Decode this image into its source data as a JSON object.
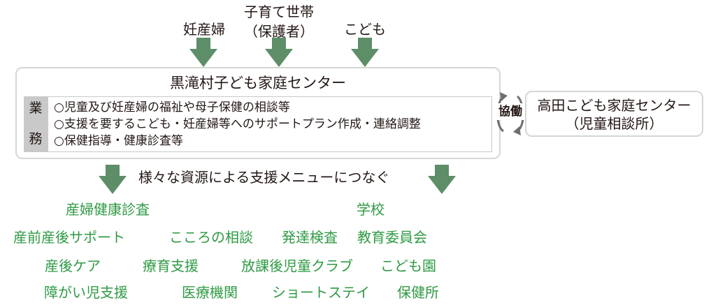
{
  "top_labels": {
    "pregnant": "妊産婦",
    "households_line1": "子育て世帯",
    "households_line2": "（保護者）",
    "children": "こども"
  },
  "center_box": {
    "title": "黒滝村子ども家庭センター",
    "duties_label_chars": [
      "業",
      "務"
    ],
    "duties": [
      "○児童及び妊産婦の福祉や母子保健の相談等",
      "○支援を要するこども・妊産婦等へのサポートプラン作成・連絡調整",
      "○保健指導・健康診査等"
    ]
  },
  "collaboration_label": "協働",
  "right_box": {
    "line1": "高田こども家庭センター",
    "line2": "（児童相談所）"
  },
  "connect_label": "様々な資源による支援メニューにつなぐ",
  "services": {
    "prenatal_checkup": "産婦健康診査",
    "school": "学校",
    "pre_post_support": "産前産後サポート",
    "mental_consult": "こころの相談",
    "development_test": "発達検査",
    "education_board": "教育委員会",
    "postnatal_care": "産後ケア",
    "therapy_support": "療育支援",
    "after_school_club": "放課後児童クラブ",
    "kindergarten": "こども園",
    "disability_support": "障がい児支援",
    "medical_institutions": "医療機関",
    "short_stay": "ショートステイ",
    "health_center": "保健所"
  },
  "colors": {
    "arrow": "#5d8e68",
    "service_text": "#2f9a44",
    "box_border": "#d3d8d4",
    "duties_bar": "#c9c9c9",
    "text": "#231815"
  }
}
